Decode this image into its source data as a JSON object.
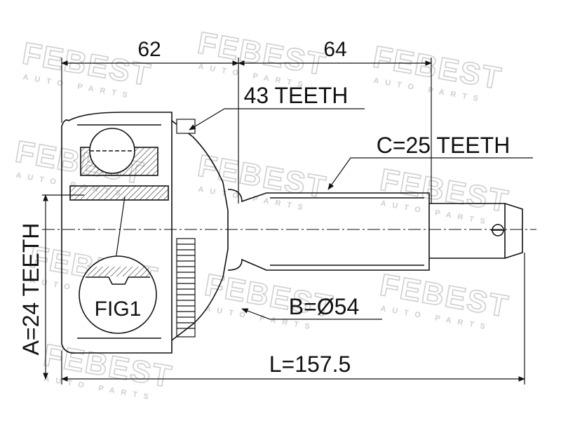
{
  "watermark": {
    "brand": "FEBEST",
    "sub": "AUTO PARTS"
  },
  "dimensions": {
    "outer_section": "62",
    "inner_section": "64",
    "total_length": "L=157.5"
  },
  "callouts": {
    "abs_ring": "43 TEETH",
    "shaft_spline": "C=25 TEETH",
    "seal_diameter": "B=Ø54",
    "outer_spline": "A=24 TEETH",
    "detail_ref": "FIG1"
  },
  "colors": {
    "ink": "#111111",
    "watermark": "#cfcfcf"
  }
}
